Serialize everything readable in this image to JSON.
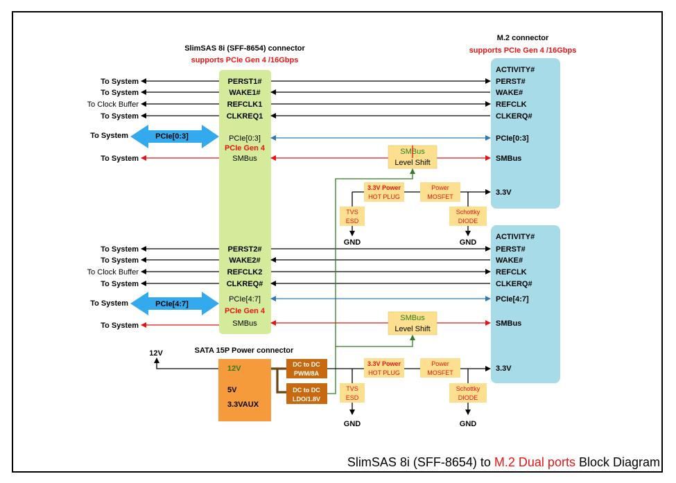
{
  "header": {
    "slimsas_title": "SlimSAS 8i (SFF-8654) connector",
    "slimsas_subtitle": "supports PCIe Gen 4 /16Gbps",
    "m2_title": "M.2 connector",
    "m2_subtitle": "supports PCIe Gen 4 /16Gbps"
  },
  "slimsas": {
    "port1": {
      "signals": [
        "PERST1#",
        "WAKE1#",
        "REFCLK1",
        "CLKREQ1"
      ],
      "pcie": "PCIe[0:3]",
      "gen": "PCIe Gen 4",
      "smbus": "SMBus"
    },
    "port2": {
      "signals": [
        "PERST2#",
        "WAKE2#",
        "REFCLK2",
        "CLKREQ#"
      ],
      "pcie": "PCIe[4:7]",
      "gen": "PCIe Gen 4",
      "smbus": "SMBus"
    }
  },
  "left_labels": {
    "port1": [
      "To System",
      "To System",
      "To Clock Buffer",
      "To System"
    ],
    "port1_pcie": "To System",
    "port1_smbus": "To System",
    "port2": [
      "To System",
      "To System",
      "To Clock Buffer",
      "To System"
    ],
    "port2_pcie": "To System",
    "port2_smbus": "To System"
  },
  "pcie_arrows": [
    "PCIe[0:3]",
    "PCIe[4:7]"
  ],
  "m2": {
    "port1": {
      "signals": [
        "ACTIVITY#",
        "PERST#",
        "WAKE#",
        "REFCLK",
        "CLKERQ#"
      ],
      "pcie": "PCIe[0:3]",
      "smbus": "SMBus",
      "power": "3.3V"
    },
    "port2": {
      "signals": [
        "ACTIVITY#",
        "PERST#",
        "WAKE#",
        "REFCLK",
        "CLKERQ#"
      ],
      "pcie": "PCIe[4:7]",
      "smbus": "SMBus",
      "power": "3.3V"
    }
  },
  "level_shift": {
    "line1": "SMBus",
    "line2": "Level Shift"
  },
  "power_chain": {
    "hotplug": [
      "3.3V Power",
      "HOT PLUG"
    ],
    "mosfet": [
      "Power",
      "MOSFET"
    ],
    "tvs": [
      "TVS",
      "ESD"
    ],
    "schottky": [
      "Schottky",
      "DIODE"
    ],
    "gnd": "GND"
  },
  "sata": {
    "title": "SATA 15P Power connector",
    "rails": [
      "12V",
      "5V",
      "3.3VAUX"
    ],
    "out_label": "12V"
  },
  "dcdc": {
    "pwm": [
      "DC to DC",
      "PWM/8A"
    ],
    "ldo": [
      "DC to DC",
      "LDO/1.8V"
    ]
  },
  "footer": {
    "part1": "SlimSAS 8i (SFF-8654) to ",
    "part2": "M.2 Dual ports",
    "part3": " Block Diagram"
  },
  "colors": {
    "slimsas_fill": "#d4eb9c",
    "m2_fill": "#a8dbe8",
    "box_fill": "#fce08f",
    "sata_fill": "#f59b3c",
    "dcdc_fill": "#c9690f",
    "pcie_arrow": "#33aaee",
    "smbus_line": "#e81414",
    "pcie_line": "#2c78b8",
    "green_line": "#2e7d1e"
  }
}
